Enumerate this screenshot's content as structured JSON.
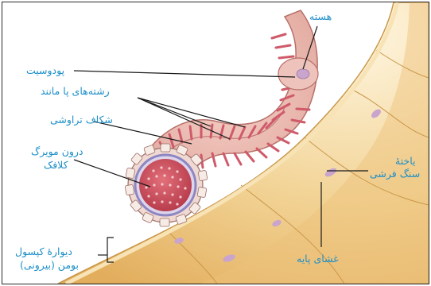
{
  "labels": {
    "nucleus": "هسته",
    "podocyte": "پودوسیت",
    "foot_processes": "رشته‌های پا مانند",
    "filtration_slit": "شکاف تراوشی",
    "capillary_line1": "درون مویرگ",
    "capillary_line2": "کلافک",
    "squamous_line1": "یاختهٔ",
    "squamous_line2": "سنگ فرشی",
    "capsule_line1": "دیوارهٔ کپسول",
    "capsule_line2": "بومن (بیرونی)",
    "basement": "غشای پایه"
  },
  "colors": {
    "label_text": "#1d8fc8",
    "leader_line": "#1a1a1a",
    "capillary_lumen": "#c93f4f",
    "endothelium_ring": "#8c86c2",
    "podocyte_body": "#e7b0a8",
    "foot_process_pink": "#cf5a6a",
    "capsule_tissue": "#f1cc86",
    "cell_nucleus": "#c9a4cc"
  }
}
